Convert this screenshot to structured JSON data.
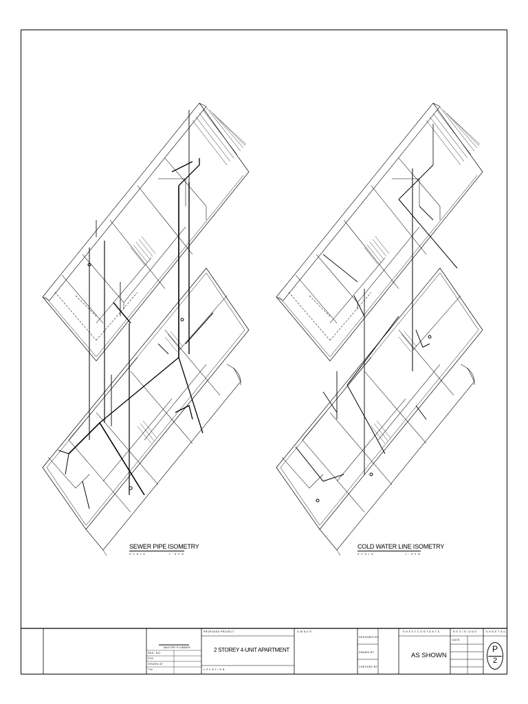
{
  "drawings": [
    {
      "title": "SEWER PIPE  ISOMETRY",
      "scale_label": "S C A L E",
      "scale_value": "1 : 6 0 m"
    },
    {
      "title": "COLD WATER LINE ISOMETRY",
      "scale_label": "S C A L E",
      "scale_value": "1 : 6 0 m"
    }
  ],
  "title_block": {
    "plumber_label": "MASTER PLUMBER",
    "plumber_fields": [
      "REG. NO.",
      "PTR",
      "ISSUED AT",
      "TIN"
    ],
    "proposed_project_label": "PROPOSED PROJECT",
    "project_name": "2 STOREY 4-UNIT  APARTMENT",
    "location_label": "L O C A T I O N",
    "owner_label": "O W N E R :",
    "designed_label": "DESIGNED BY",
    "drawn_label": "DRAWN BY",
    "checked_label": "CHECKED BY",
    "sheet_contents_label": "S H E E T   C O N T E N T S",
    "sheet_contents_value": "AS SHOWN",
    "revisions_label": "R E V I S I O N S",
    "date_label": "DATE",
    "sheet_no_label": "S H E E T  N O.",
    "sheet_letter": "P",
    "sheet_number": "2"
  }
}
